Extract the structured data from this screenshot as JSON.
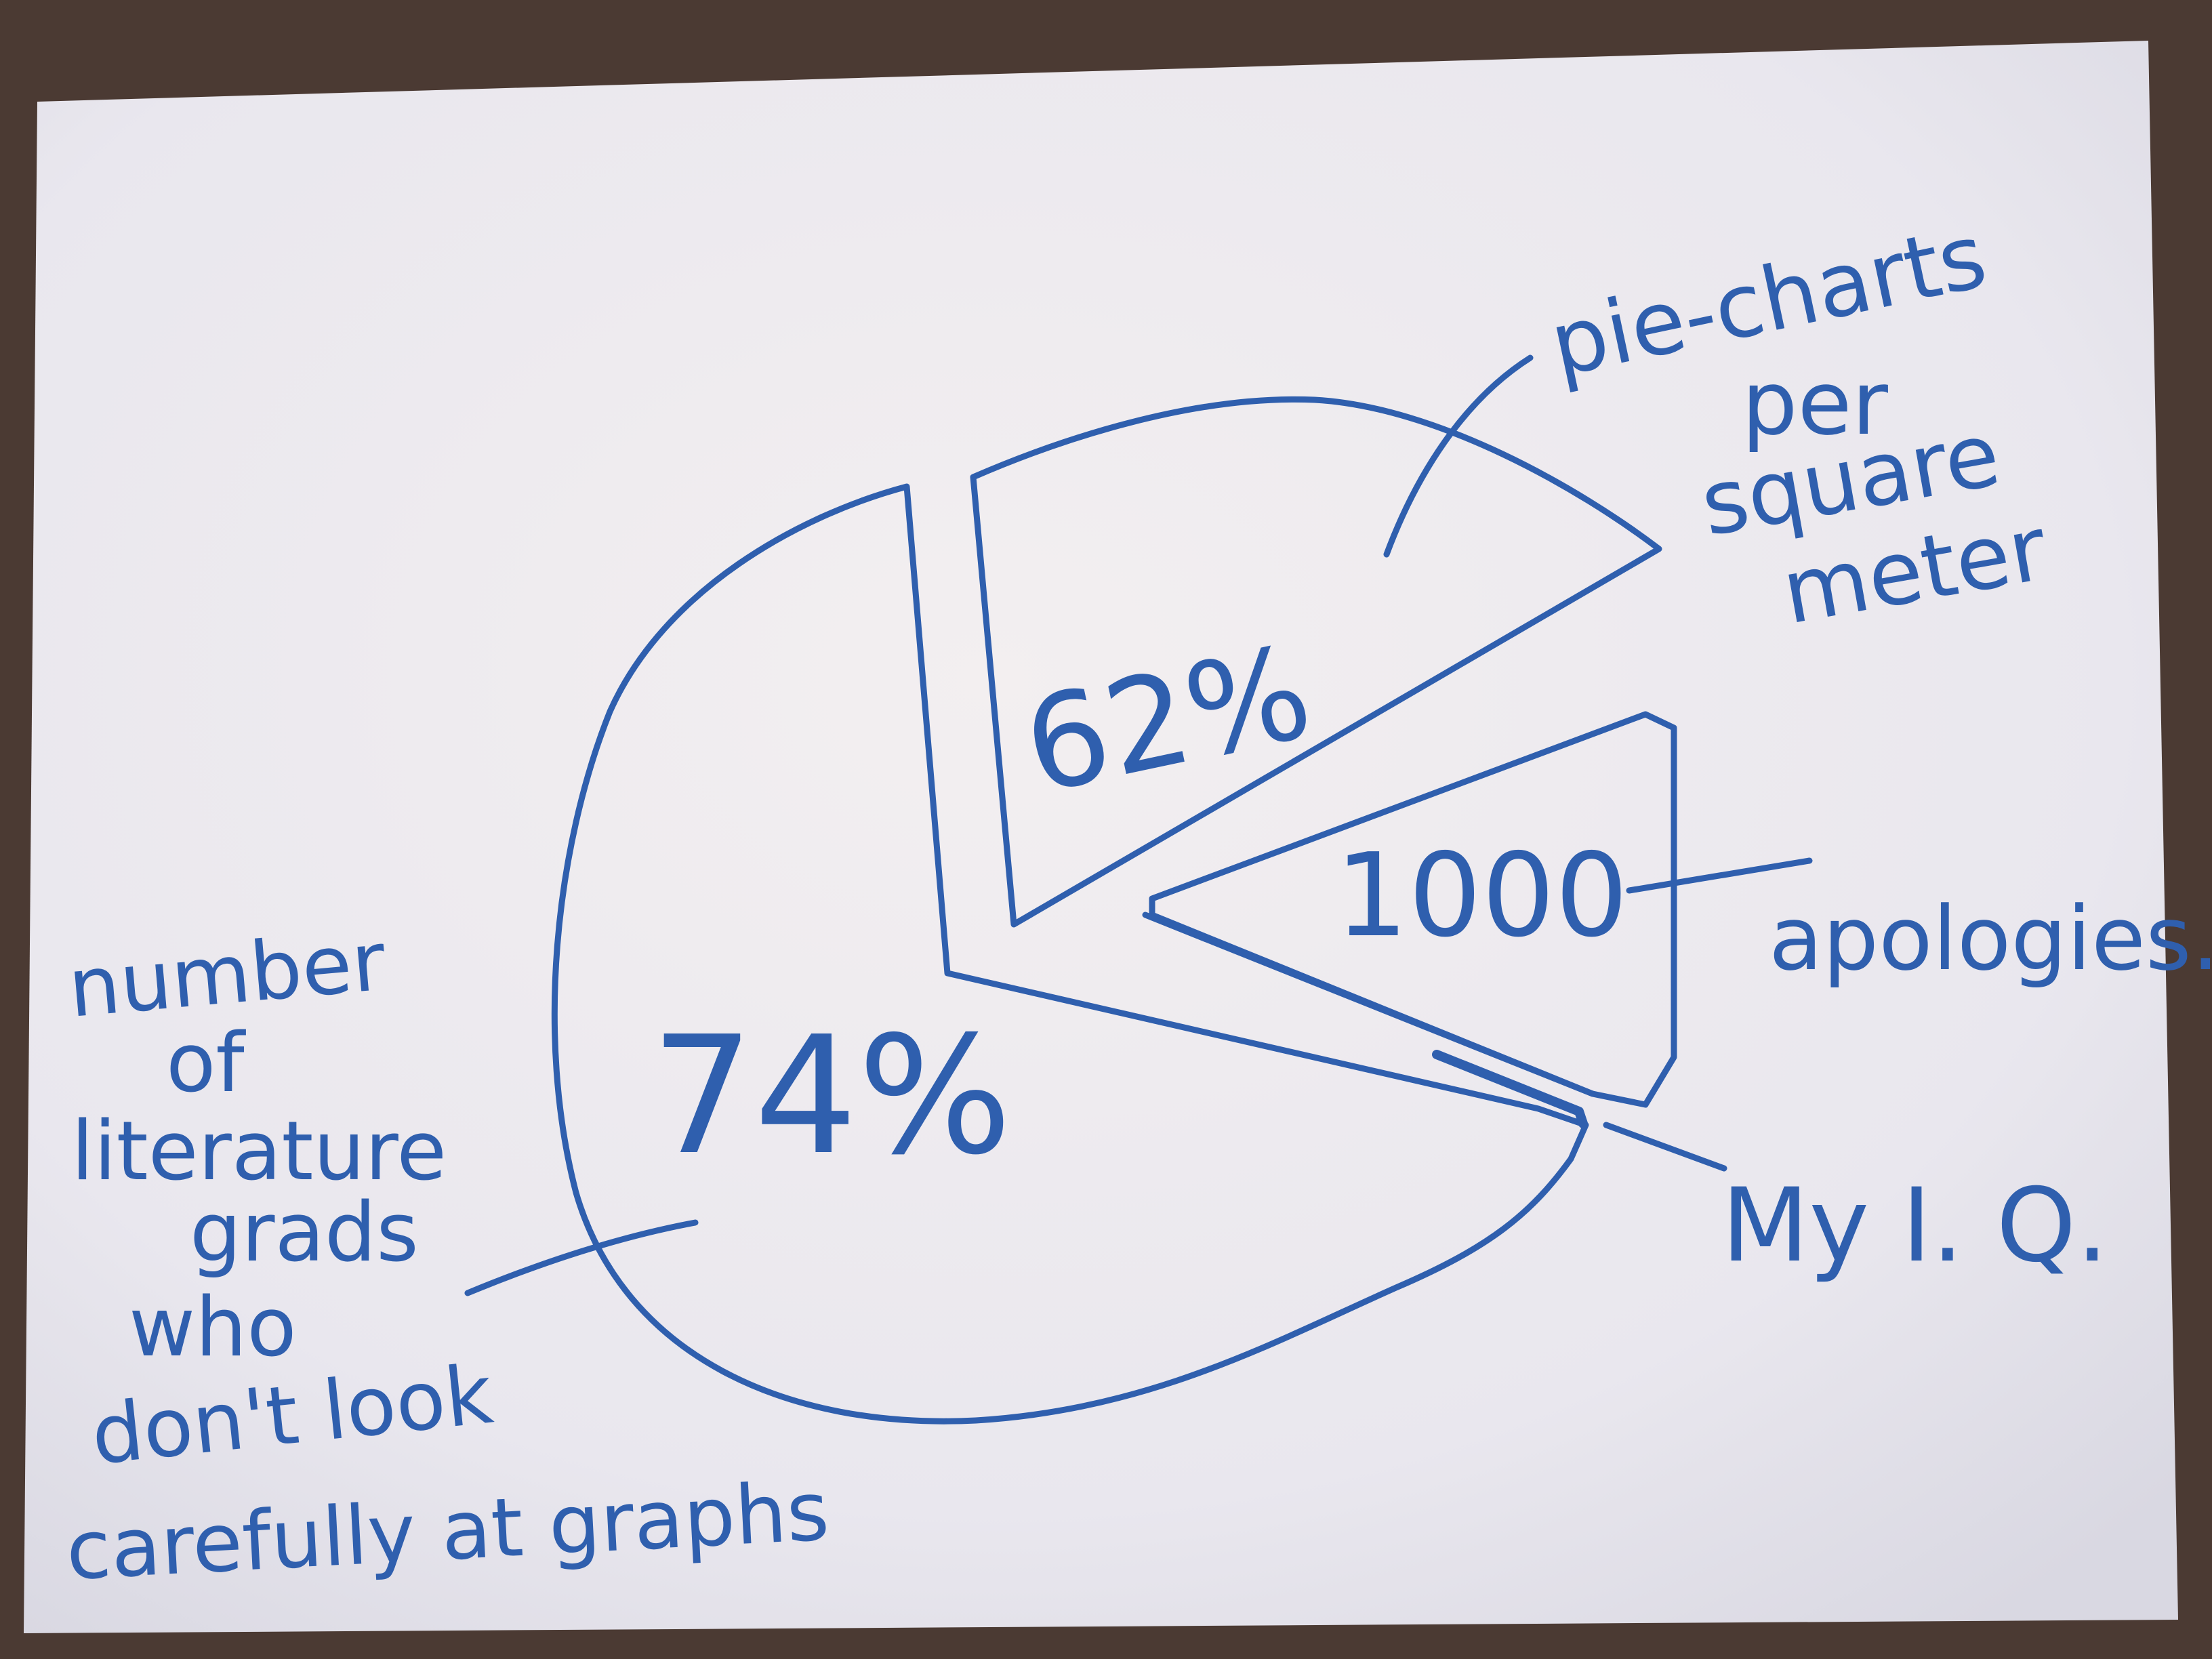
{
  "photo": {
    "ink_color": "#2f5fae",
    "paper_color": "#efedf0",
    "table_color": "#4b3a33"
  },
  "chart_data": {
    "type": "pie",
    "slices": [
      {
        "slice_label": "74%",
        "callout": [
          "number",
          "of",
          "literature",
          "grads",
          "who",
          "don't look",
          "carefully at graphs"
        ]
      },
      {
        "slice_label": "62%",
        "callout": [
          "pie-charts",
          "per",
          "square",
          "meter"
        ]
      },
      {
        "slice_label": "1000",
        "callout": [
          "apologies."
        ]
      },
      {
        "slice_label": "",
        "callout": [
          "My I. Q."
        ]
      }
    ]
  }
}
